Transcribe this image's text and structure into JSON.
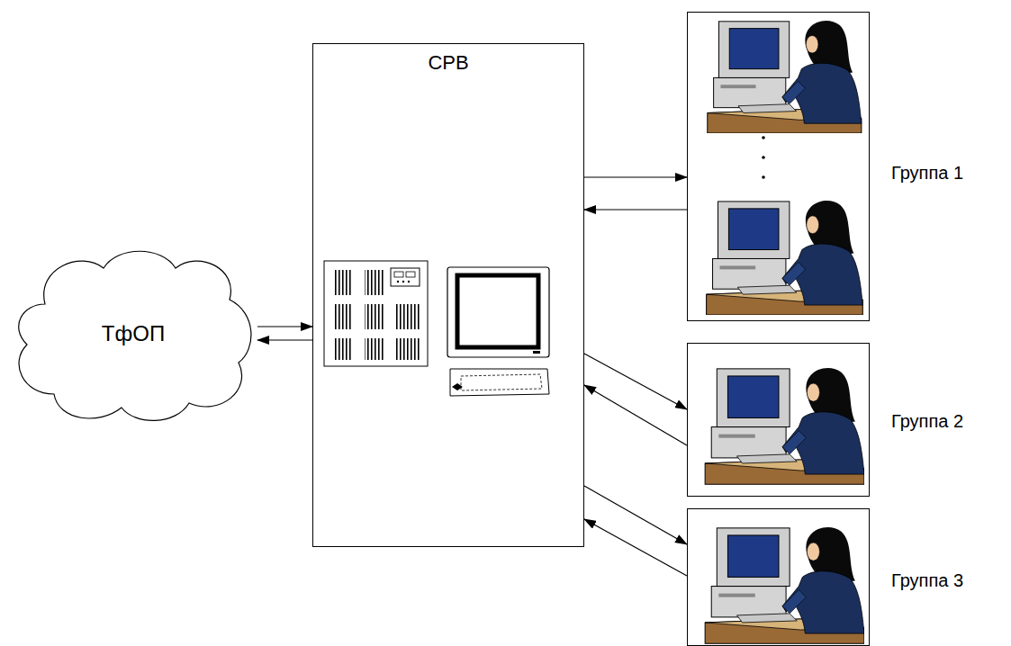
{
  "diagram": {
    "nodes": [
      {
        "text": [
          "ТфОП"
        ]
      },
      {
        "text": [
          "СРВ"
        ]
      },
      {
        "text": [
          "Группа 1"
        ]
      },
      {
        "text": [
          "Группа 2"
        ]
      },
      {
        "text": [
          "Группа 3"
        ]
      }
    ],
    "edges": [
      {
        "from": 0,
        "to": 1,
        "arrow": "to"
      },
      {
        "from": 1,
        "to": 0,
        "arrow": "to"
      },
      {
        "from": 1,
        "to": 2,
        "arrow": "to"
      },
      {
        "from": 2,
        "to": 1,
        "arrow": "to"
      },
      {
        "from": 1,
        "to": 3,
        "arrow": "to"
      },
      {
        "from": 3,
        "to": 1,
        "arrow": "to"
      },
      {
        "from": 1,
        "to": 4,
        "arrow": "to"
      },
      {
        "from": 4,
        "to": 1,
        "arrow": "to"
      }
    ]
  }
}
